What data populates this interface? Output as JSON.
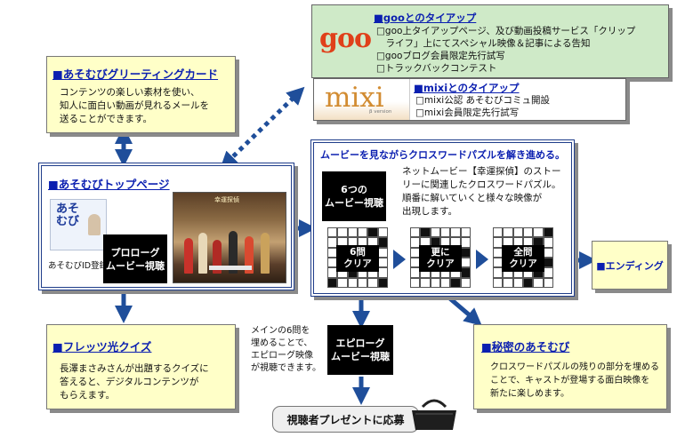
{
  "colors": {
    "blue": "#0b1fb0",
    "arrow": "#1f4e9a",
    "goo_bg": "#cfeac8",
    "yellow_bg": "#ffffc8",
    "panel_border": "#1f3d8a"
  },
  "goo": {
    "logo": "goo",
    "title": "■gooとのタイアップ",
    "items": [
      "□goo上タイアップページ、及び動画投稿サービス「クリップ",
      "　ライフ」上にてスペシャル映像＆記事による告知",
      "□gooブログ会員限定先行試写",
      "□トラックバックコンテスト"
    ]
  },
  "mixi": {
    "logo": "mixi",
    "logo_sub": "β version",
    "title": "■mixiとのタイアップ",
    "items": [
      "□mixi公認 あそむびコミュ開設",
      "□mixi会員限定先行試写"
    ]
  },
  "greeting": {
    "title": "■あそむびグリーティングカード",
    "lines": [
      "コンテンツの楽しい素材を使い、",
      "知人に面白い動画が見れるメールを",
      "送ることができます。"
    ]
  },
  "top": {
    "title": "■あそむびトップページ",
    "id_label": "あそむびID登録",
    "card_text": [
      "あそ",
      "むび"
    ],
    "photo_caption": "幸運探偵",
    "prologue": [
      "プロローグ",
      "ムービー視聴"
    ]
  },
  "crossword": {
    "title": "ムービーを見ながらクロスワードパズルを解き進める。",
    "six_movies": [
      "6つの",
      "ムービー視聴"
    ],
    "desc": [
      "ネットムービー【幸運探偵】のストー",
      "リーに関連したクロスワードパズル。",
      "順番に解いていくと様々な映像が",
      "出現します。"
    ],
    "steps": [
      [
        "6問",
        "クリア"
      ],
      [
        "更に",
        "クリア"
      ],
      [
        "全問",
        "クリア"
      ]
    ]
  },
  "ending": {
    "label": "■エンディング"
  },
  "flets": {
    "title": "■フレッツ光クイズ",
    "lines": [
      "長澤まさみさんが出題するクイズに",
      "答えると、デジタルコンテンツが",
      "もらえます。"
    ]
  },
  "epilogue_note": [
    "メインの6問を",
    "埋めることで、",
    "エピローグ映像",
    "が視聴できます。"
  ],
  "epilogue": [
    "エピローグ",
    "ムービー視聴"
  ],
  "present": {
    "label": "視聴者プレゼントに応募"
  },
  "secret": {
    "title": "■秘密のあそむび",
    "lines": [
      "クロスワードパズルの残りの部分を埋める",
      "ことで、キャストが登場する面白映像を",
      "新たに楽しめます。"
    ]
  }
}
